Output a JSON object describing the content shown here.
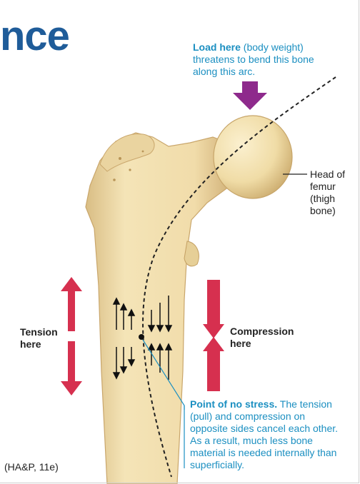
{
  "title_fragment": "nce",
  "load_caption": {
    "bold": "Load here",
    "text": " (body weight) threatens to bend this bone along this arc."
  },
  "head_label": [
    "Head of",
    "femur",
    "(thigh",
    "bone)"
  ],
  "tension_label": [
    "Tension",
    "here"
  ],
  "compression_label": [
    "Compression",
    "here"
  ],
  "no_stress_caption": {
    "bold": "Point of no stress.",
    "text": " The tension (pull) and compression on opposite sides cancel each other. As a result, much less bone material is needed internally than superficially."
  },
  "citation": "(HA&P, 11e)",
  "colors": {
    "title": "#1f5c99",
    "caption": "#1b8fc1",
    "load_arrow": "#8e2a8c",
    "stress_arrows": "#d6304f",
    "bone": "#f1dfae"
  }
}
